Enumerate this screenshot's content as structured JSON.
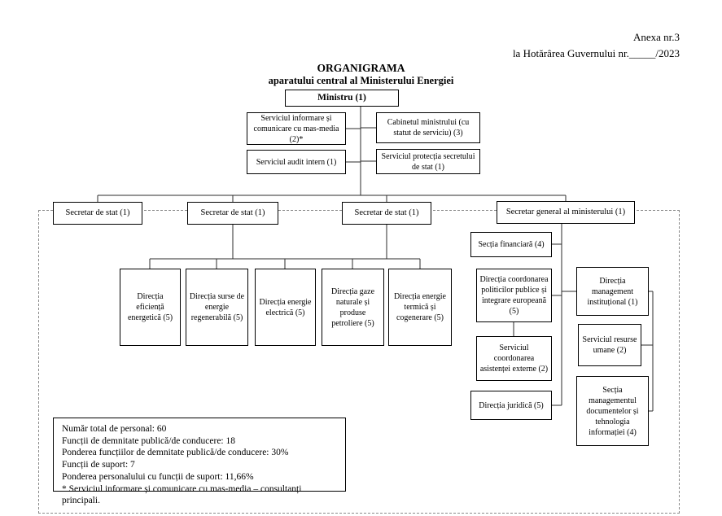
{
  "annex": {
    "line1": "Anexa nr.3",
    "line2": "la Hotărârea Guvernului nr._____/2023"
  },
  "title": {
    "line1": "ORGANIGRAMA",
    "line2": "aparatului central al Ministerului Energiei"
  },
  "nodes": {
    "ministru": "Ministru (1)",
    "serviciul_informare": "Serviciul informare și comunicare cu mas-media (2)*",
    "cabinet": "Cabinetul ministrului (cu statut de serviciu) (3)",
    "audit_intern": "Serviciul audit intern (1)",
    "protectia_secretului": "Serviciul protecția secretului de stat (1)",
    "secretar_de_stat": "Secretar de stat (1)",
    "secretar_general": "Secretar general al ministerului (1)",
    "dir_eficienta": "Direcția eficiență energetică (5)",
    "dir_surse": "Direcția surse de energie regenerabilă (5)",
    "dir_electrica": "Direcția energie electrică (5)",
    "dir_gaze": "Direcția gaze naturale și produse petroliere (5)",
    "dir_termica": "Direcția energie termică și cogenerare (5)",
    "sectia_financiara": "Secția financiară (4)",
    "dir_coordonare": "Direcția coordonarea politicilor publice și integrare europeană (5)",
    "serv_coordonare": "Serviciul coordonarea asistenței externe (2)",
    "dir_juridica": "Direcția juridică (5)",
    "dir_management": "Direcția management instituțional (1)",
    "serv_resurse": "Serviciul resurse umane (2)",
    "sectia_documente": "Secția managementul documentelor și tehnologia informației (4)"
  },
  "stats": {
    "lines": [
      "Număr total de personal: 60",
      "Funcții de demnitate publică/de conducere: 18",
      "Ponderea funcțiilor de demnitate publică/de conducere: 30%",
      "Funcții de suport: 7",
      "Ponderea personalului cu funcții de suport: 11,66%",
      "* Serviciul informare și comunicare cu mas-media – consultanți principali."
    ]
  }
}
